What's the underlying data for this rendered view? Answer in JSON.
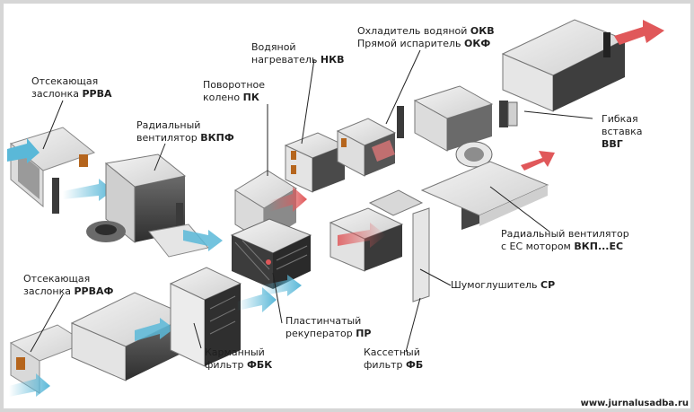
{
  "labels": {
    "rrva": {
      "line1": "Отсекающая",
      "line2": "заслонка",
      "code": "РРВА"
    },
    "vkpf": {
      "line1": "Радиальный",
      "line2": "вентилятор",
      "code": "ВКПФ"
    },
    "pk": {
      "line1": "Поворотное",
      "line2": "колено",
      "code": "ПК"
    },
    "nkv": {
      "line1": "Водяной",
      "line2": "нагреватель",
      "code": "НКВ"
    },
    "okv": {
      "line1": "Охладитель водяной",
      "code": "ОКВ"
    },
    "okf": {
      "line1": "Прямой испаритель",
      "code": "ОКФ"
    },
    "vvg": {
      "line1": "Гибкая",
      "line2": "вставка",
      "code": "ВВГ"
    },
    "vkpec": {
      "line1": "Радиальный вентилятор",
      "line2": "с ЕС мотором",
      "code": "ВКП...ЕС"
    },
    "sp": {
      "line1": "Шумоглушитель",
      "code": "СР"
    },
    "rrvaf": {
      "line1": "Отсекающая",
      "line2": "заслонка",
      "code": "РРВАФ"
    },
    "pr": {
      "line1": "Пластинчатый",
      "line2": "рекуператор",
      "code": "ПР"
    },
    "fbk": {
      "line1": "Карманный",
      "line2": "фильтр",
      "code": "ФБК"
    },
    "fb": {
      "line1": "Кассетный",
      "line2": "фильтр",
      "code": "ФБ"
    }
  },
  "watermark": "www.jurnalusadba.ru",
  "colors": {
    "frame": "#e8e8e8",
    "body_light": "#e9e9e9",
    "body_mid": "#bdbdbd",
    "body_dark": "#555555",
    "flange": "#3a3a3a",
    "air_out": "#e0585a",
    "air_in": "#5ab8d8",
    "leader": "#222222"
  }
}
